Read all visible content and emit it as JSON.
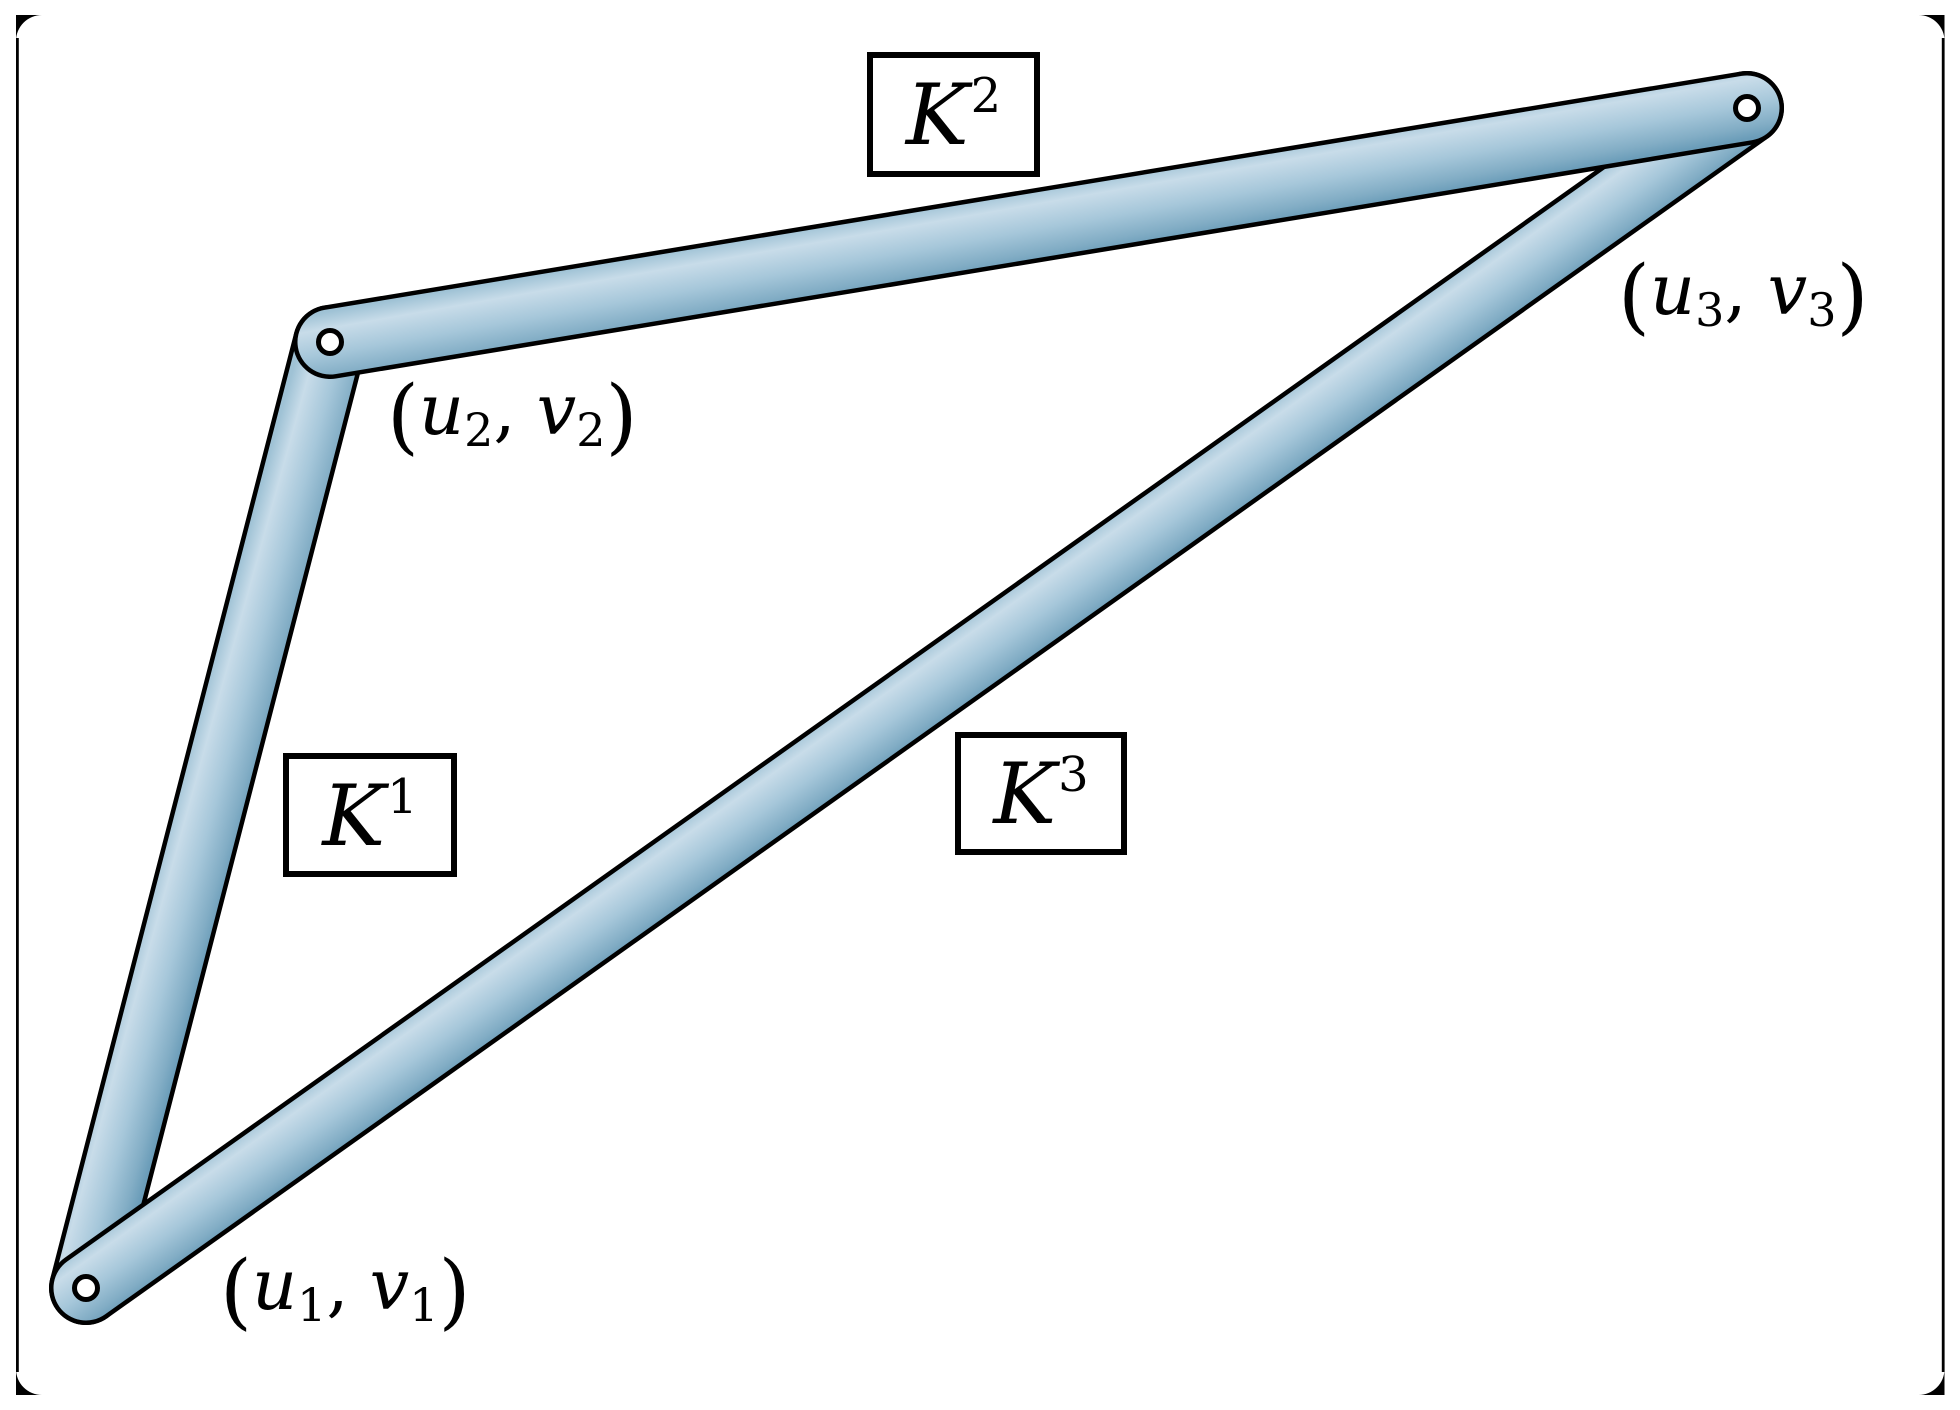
{
  "diagram": {
    "description": "Three-bar pin-jointed triangular linkage with member stiffness labels",
    "member_labels": {
      "k1": [
        "K",
        "1"
      ],
      "k2": [
        "K",
        "2"
      ],
      "k3": [
        "K",
        "3"
      ]
    },
    "node_labels": {
      "n1": [
        "(",
        "u",
        "1",
        ",",
        "v",
        "1",
        ")"
      ],
      "n2": [
        "(",
        "u",
        "2",
        ",",
        "v",
        "2",
        ")"
      ],
      "n3": [
        "(",
        "u",
        "3",
        ",",
        "v",
        "3",
        ")"
      ]
    },
    "members": [
      {
        "id": "K1",
        "from": "node1",
        "to": "node2"
      },
      {
        "id": "K2",
        "from": "node2",
        "to": "node3"
      },
      {
        "id": "K3",
        "from": "node1",
        "to": "node3"
      }
    ],
    "colors": {
      "background": "#ffffff",
      "bar_outline": "#000000",
      "bar_edge": "#9fc2d5",
      "bar_highlight": "#c8dce9",
      "bar_mid": "#a6c7da",
      "bar_deep": "#82adc5",
      "bar_dark": "#6b9db9",
      "pin_fill": "#ffffff",
      "pin_ring": "#000000",
      "frame_mark": "#000000",
      "label_ink": "#000000"
    }
  }
}
